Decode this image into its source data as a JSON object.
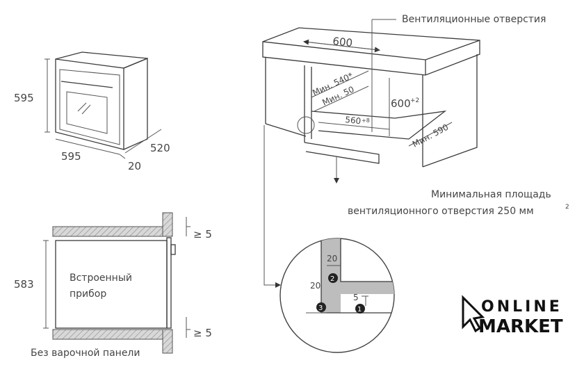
{
  "oven_front": {
    "height": "595",
    "width": "595",
    "depth": "520",
    "door": "20"
  },
  "cabinet": {
    "vent_label": "Вентиляционные отверстия",
    "top_width": "600",
    "min_540": "Мин. 540*",
    "min_50": "Мин. 50",
    "height_600": "600",
    "height_600_tol": "+2",
    "width_560": "560",
    "width_560_tol": "+8",
    "min_590": "Мин. 590"
  },
  "vent_area": {
    "line1": "Минимальная площадь",
    "line2": "вентиляционного отверстия 250 мм",
    "sup": "2"
  },
  "side_section": {
    "height": "583",
    "label_line1": "Встроенный",
    "label_line2": "прибор",
    "gap_top": "≥ 5",
    "gap_bottom": "≥ 5",
    "caption": "Без варочной панели"
  },
  "detail": {
    "d20_top": "20",
    "d20_left": "20",
    "d5": "5",
    "n1": "1",
    "n2": "2",
    "n3": "3"
  },
  "logo": {
    "line1": "ONLINE",
    "line2": "MARKET"
  }
}
